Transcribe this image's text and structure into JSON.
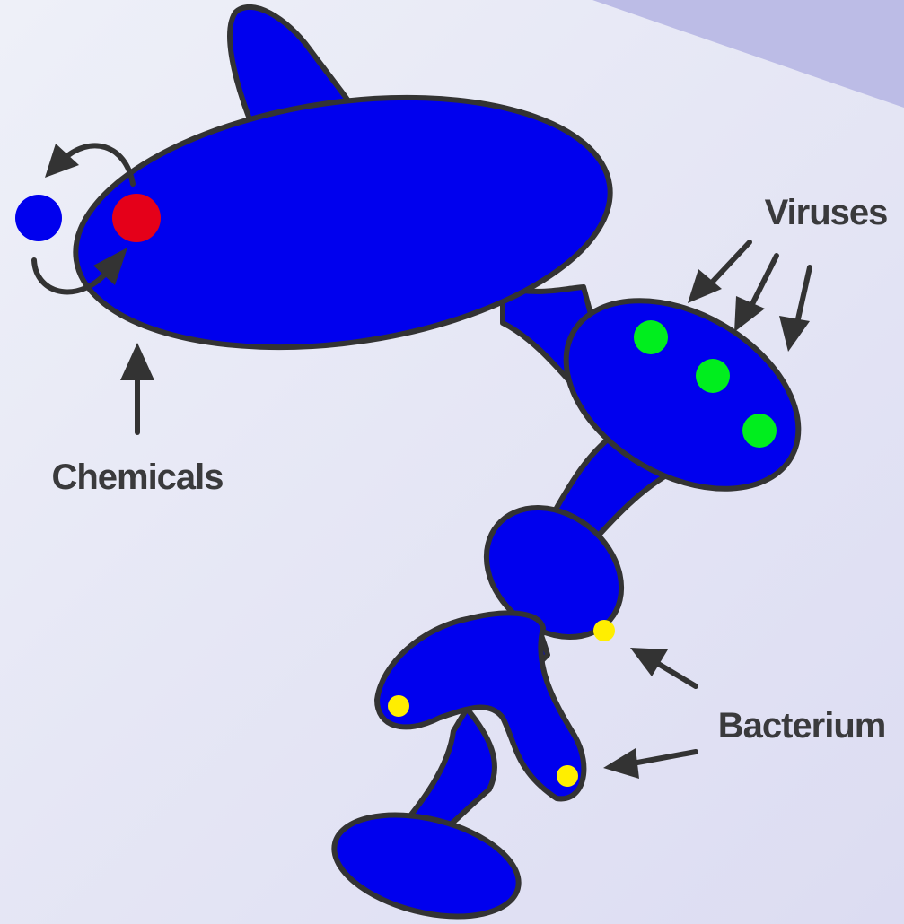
{
  "labels": {
    "chemicals": "Chemicals",
    "viruses": "Viruses",
    "bacterium": "Bacterium"
  },
  "colors": {
    "background": "#e6e7f5",
    "corner_shade": "#b8b8e3",
    "body": "#0000ee",
    "outline": "#333333",
    "arrow": "#333333",
    "chemical_outside": "#0000ee",
    "chemical_inside": "#e50019",
    "virus": "#00ee1e",
    "bacterium": "#ffee00",
    "label_text": "#3a3a3c"
  },
  "icons": {
    "chemical_outside": "blue-dot-icon",
    "chemical_inside": "red-dot-icon",
    "virus": "green-dot-icon",
    "bacterium": "yellow-dot-icon",
    "arrow": "arrow-icon"
  }
}
